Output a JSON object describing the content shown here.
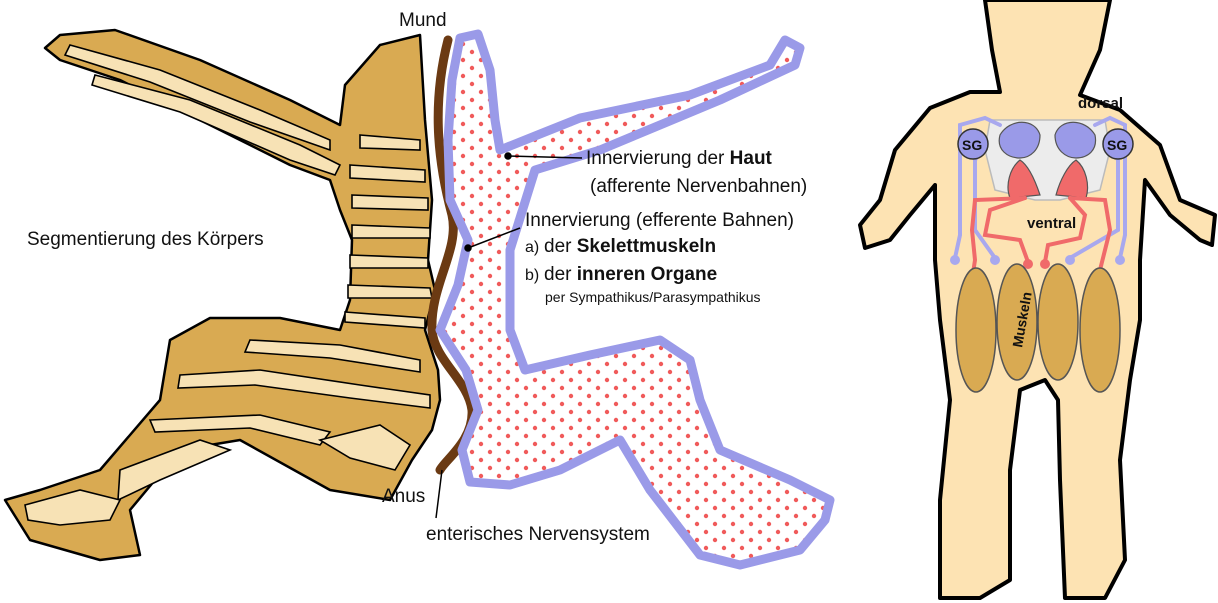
{
  "left_figure": {
    "mouth_label": "Mund",
    "anus_label": "Anus",
    "segmentation_label": "Segmentierung des Körpers",
    "skin_label_prefix": "Innervierung der ",
    "skin_label_bold": "Haut",
    "skin_label_sub": "(afferente Nervenbahnen)",
    "efferent_label": "Innervierung (efferente Bahnen)",
    "item_a_marker": "a)",
    "item_a_prefix": "der ",
    "item_a_bold": "Skelettmuskeln",
    "item_b_marker": "b)",
    "item_b_prefix": "der ",
    "item_b_bold": "inneren Organe",
    "item_b_sub": "per Sympathikus/Parasympathikus",
    "enteric_label": "enterisches Nervensystem"
  },
  "right_figure": {
    "dorsal_label": "dorsal",
    "ventral_label": "ventral",
    "sg_left_label": "SG",
    "sg_right_label": "SG",
    "muscle_label": "Muskeln"
  },
  "colors": {
    "segment_tan": "#d9aa52",
    "segment_light": "#f7e2b5",
    "gut_brown": "#6b3a13",
    "skin_blue": "#9a9ae8",
    "dot_red": "#f05a5a",
    "body_skin": "#fde3b3",
    "muscle_fill": "#d9aa52",
    "efferent_red": "#f06a6a",
    "afferent_blue": "#a8a8ee"
  }
}
